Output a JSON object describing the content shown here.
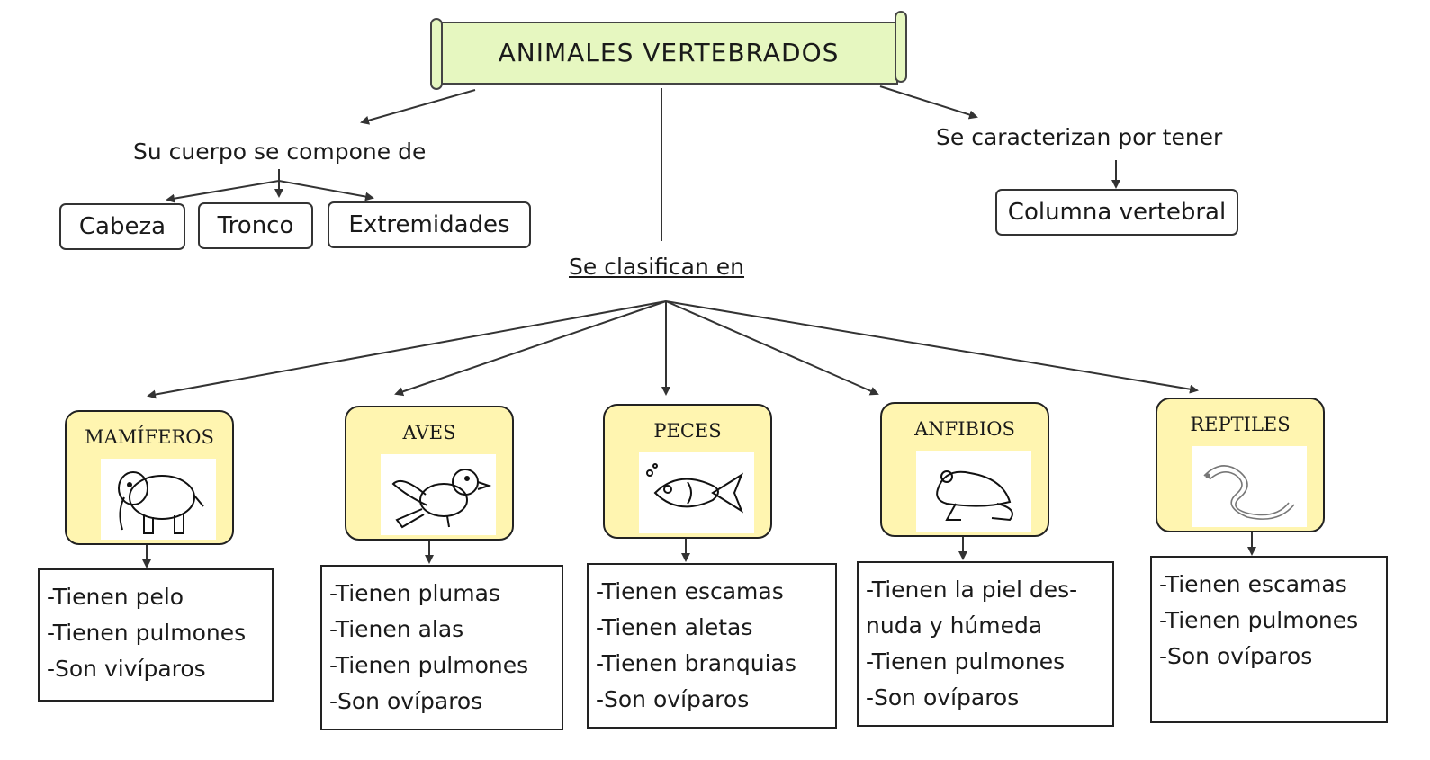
{
  "title": "ANIMALES VERTEBRADOS",
  "composition": {
    "label": "Su cuerpo se compone de",
    "parts": [
      "Cabeza",
      "Tronco",
      "Extremidades"
    ]
  },
  "characteristic": {
    "label": "Se  caracterizan por tener",
    "value": "Columna vertebral"
  },
  "classification": {
    "label": "Se clasifican en",
    "groups": [
      {
        "name": "MAMÍFEROS",
        "icon": "elephant-icon",
        "traits": [
          "-Tienen pelo",
          "-Tienen pulmones",
          "-Son vivíparos"
        ]
      },
      {
        "name": "AVES",
        "icon": "bird-icon",
        "traits": [
          "-Tienen plumas",
          "-Tienen alas",
          "-Tienen pulmones",
          "-Son ovíparos"
        ]
      },
      {
        "name": "PECES",
        "icon": "fish-icon",
        "traits": [
          "-Tienen escamas",
          "-Tienen aletas",
          "-Tienen branquias",
          "-Son ovíparos"
        ]
      },
      {
        "name": "ANFIBIOS",
        "icon": "frog-icon",
        "traits": [
          "-Tienen la piel des-",
          " nuda y húmeda",
          "-Tienen pulmones",
          "-Son ovíparos"
        ]
      },
      {
        "name": "REPTILES",
        "icon": "snake-icon",
        "traits": [
          "-Tienen escamas",
          "-Tienen pulmones",
          "-Son ovíparos"
        ]
      }
    ]
  },
  "colors": {
    "title_fill": "#e6f7c0",
    "category_fill": "#fff5b0",
    "line": "#333333"
  }
}
